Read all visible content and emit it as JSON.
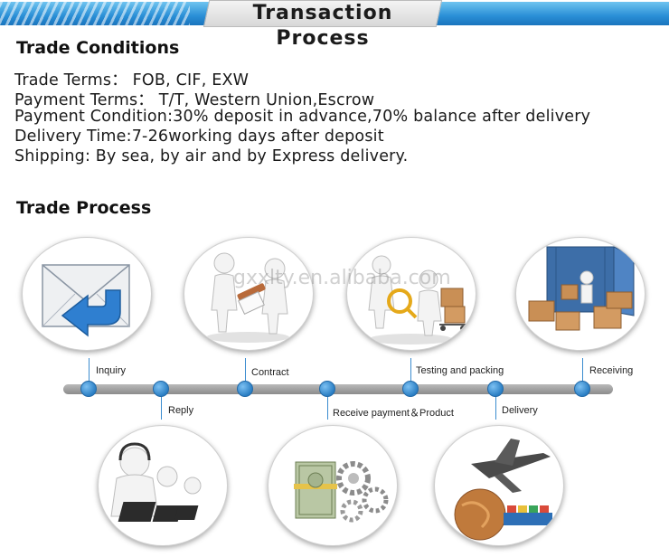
{
  "banner": {
    "title": "Transaction Process"
  },
  "conditions": {
    "heading": "Trade Conditions",
    "lines": [
      "Trade Terms： FOB, CIF, EXW",
      "Payment Terms： T/T, Western Union,Escrow",
      "Payment Condition:30% deposit in advance,70% balance after delivery",
      "Delivery Time:7-26working days after deposit",
      "Shipping: By sea,  by air and by Express delivery."
    ]
  },
  "process": {
    "heading": "Trade Process",
    "steps": [
      "Inquiry",
      "Reply",
      "Contract",
      "Receive payment＆Product",
      "Testing and packing",
      "Delivery",
      "Receiving"
    ]
  },
  "watermark": "gxxlty.en.alibaba.com",
  "icons": [
    "envelope-icon",
    "handshake-people-icon",
    "inspection-people-icon",
    "shipping-container-icon",
    "call-center-icon",
    "cash-gears-icon",
    "airplane-globe-icon"
  ],
  "colors": {
    "banner_blue": "#2a8fd6",
    "node_blue": "#2b7fc4",
    "timeline_gray": "#9a9a9a"
  }
}
